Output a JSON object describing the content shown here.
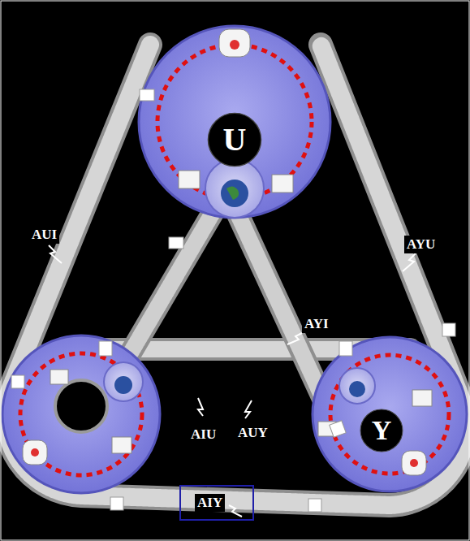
{
  "diagram": {
    "nodes": [
      {
        "text": [
          "U"
        ]
      },
      {
        "text": [
          "Y"
        ]
      }
    ],
    "labels": [
      "AUI",
      "AYU",
      "AYI",
      "AIU",
      "AUY",
      "AIY"
    ]
  }
}
